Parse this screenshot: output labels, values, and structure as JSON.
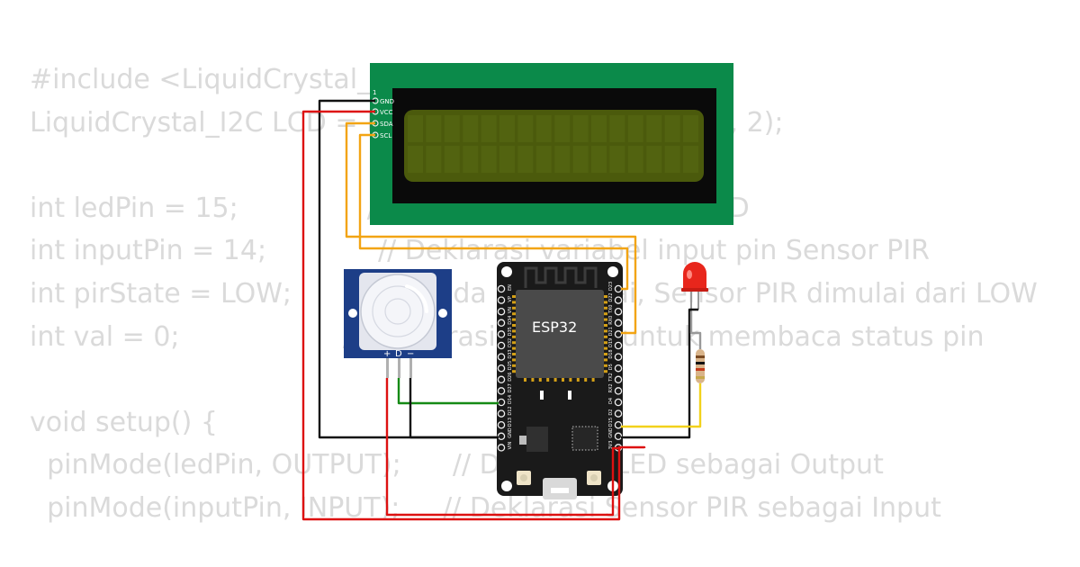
{
  "code_lines": [
    "#include <LiquidCrystal_I2C.h>",
    "LiquidCrystal_I2C LCD = LiquidCrystal_I2C(0x27, 16, 2);",
    "",
    "int ledPin = 15;               // Deklarasi variabel pin LED",
    "int inputPin = 14;             // Deklarasi variabel input pin Sensor PIR",
    "int pirState = LOW;            // Pada saat mulai, Sensor PIR dimulai dari LOW",
    "int val = 0;                   // Deklarasi variabel untuk membaca status pin",
    "",
    "void setup() {",
    "  pinMode(ledPin, OUTPUT);      // Deklarasi LED sebagai Output",
    "  pinMode(inputPin, INPUT);     // Deklarasi Sensor PIR sebagai Input"
  ],
  "lcd": {
    "pin_header_number": "1",
    "pins": [
      "GND",
      "VCC",
      "SDA",
      "SCL"
    ],
    "segment_count": 16
  },
  "esp32": {
    "label": "ESP32",
    "left_pins": [
      "EN",
      "VP",
      "VN",
      "D34",
      "D35",
      "D32",
      "D33",
      "D25",
      "D26",
      "D27",
      "D14",
      "D12",
      "D13",
      "GND",
      "VIN"
    ],
    "right_pins": [
      "D23",
      "D22",
      "TX0",
      "RX0",
      "D21",
      "D19",
      "D18",
      "D5",
      "TX2",
      "RX2",
      "D4",
      "D2",
      "D15",
      "GND",
      "3V3"
    ]
  },
  "pir": {
    "pin_labels": [
      "+",
      "D",
      "−"
    ]
  },
  "colors": {
    "lcd_board": "#0b8a4a",
    "lcd_screen": "#4b5a0c",
    "esp32_board": "#1a1a1a",
    "pir_board": "#1d3e87",
    "wire_black": "#111111",
    "wire_red": "#dd1111",
    "wire_orange": "#f2a413",
    "wire_green": "#158a15",
    "wire_yellow": "#f2d11b",
    "led_red": "#e8261c"
  }
}
